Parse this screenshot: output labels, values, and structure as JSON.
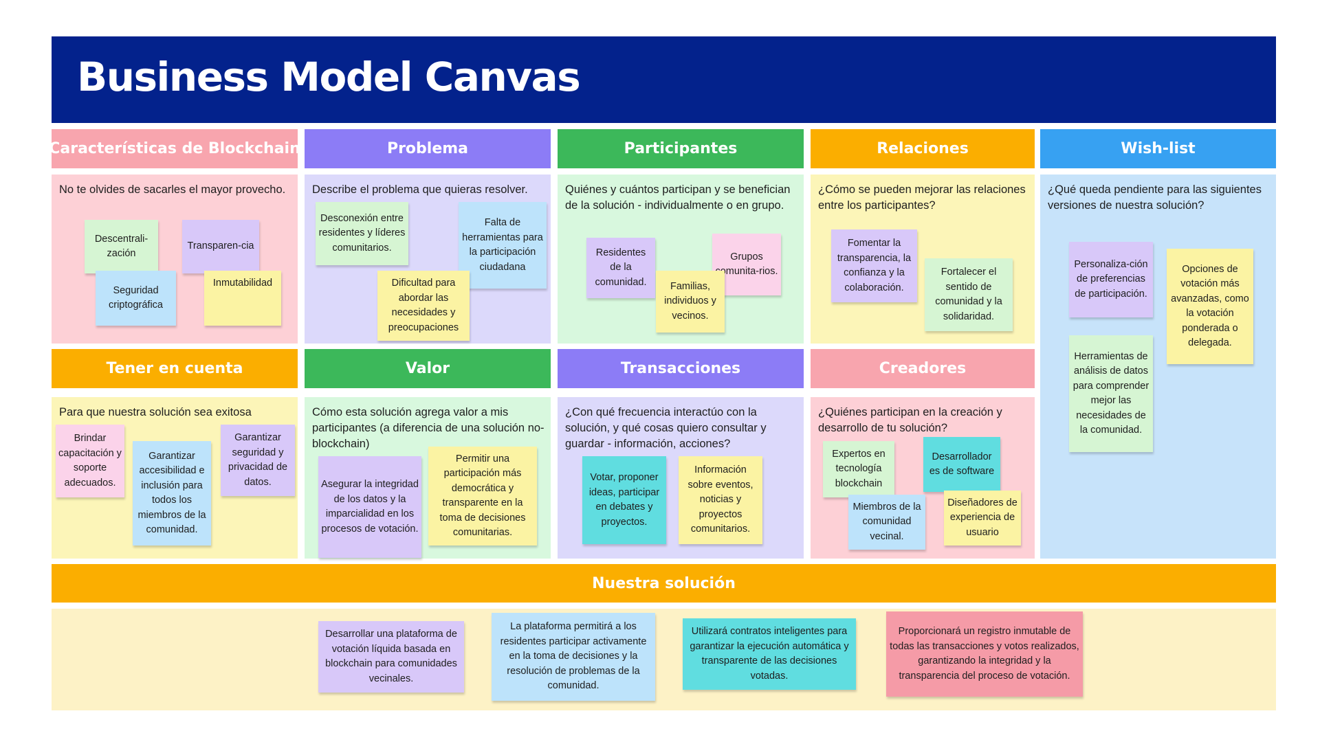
{
  "title": "Business Model Canvas",
  "colors": {
    "title_bg": "#03228c",
    "pink_header": "#f8a5ae",
    "purple_header": "#8c7cf6",
    "green_header": "#3cb85a",
    "orange_header": "#fbae00",
    "blue_header": "#37a1f2",
    "pink_panel": "#fdd0d6",
    "lavender_panel": "#dcd9fb",
    "mint_panel": "#d8f8de",
    "yellow_panel": "#fcf5b8",
    "light_blue_panel": "#c7e3fa",
    "cream_panel": "#fdf2c6"
  },
  "sections": {
    "blockchain": {
      "title": "Características de Blockchain",
      "prompt": "No te olvides de sacarles el mayor provecho.",
      "notes": [
        "Descentrali-zación",
        "Transparen-cia",
        "Seguridad criptográfica",
        "Inmutabilidad"
      ]
    },
    "problema": {
      "title": "Problema",
      "prompt": "Describe el problema que quieras resolver.",
      "notes": [
        "Desconexión entre residentes y líderes comunitarios.",
        "Falta de herramientas para la participación ciudadana",
        "Dificultad para abordar las necesidades y preocupaciones"
      ]
    },
    "participantes": {
      "title": "Participantes",
      "prompt": "Quiénes y cuántos participan y se benefician de la solución - individualmente o en grupo.",
      "notes": [
        "Residentes de la comunidad.",
        "Grupos comunita-rios.",
        "Familias, individuos y vecinos."
      ]
    },
    "relaciones": {
      "title": "Relaciones",
      "prompt": "¿Cómo se pueden mejorar las relaciones entre los participantes?",
      "notes": [
        "Fomentar la transparencia, la confianza y la colaboración.",
        "Fortalecer el sentido de comunidad y la solidaridad."
      ]
    },
    "wishlist": {
      "title": "Wish-list",
      "prompt": "¿Qué queda pendiente para las siguientes versiones de nuestra solución?",
      "notes": [
        "Personaliza-ción de preferencias de participación.",
        "Opciones de votación más avanzadas, como la votación ponderada o delegada.",
        "Herramientas de análisis de datos para comprender mejor las necesidades de la comunidad."
      ]
    },
    "tener": {
      "title": "Tener en cuenta",
      "prompt": "Para que nuestra solución sea exitosa",
      "notes": [
        "Brindar capacitación y soporte adecuados.",
        "Garantizar accesibilidad e inclusión para todos los miembros de la comunidad.",
        "Garantizar seguridad y privacidad de datos."
      ]
    },
    "valor": {
      "title": "Valor",
      "prompt": "Cómo esta solución agrega valor a mis participantes (a diferencia de una solución no-blockchain)",
      "notes": [
        "Asegurar la integridad de los datos y la imparcialidad en los procesos de votación.",
        "Permitir una participación más democrática y transparente en la toma de decisiones comunitarias."
      ]
    },
    "transacciones": {
      "title": "Transacciones",
      "prompt": "¿Con qué frecuencia interactúo con la solución, y qué cosas quiero consultar y guardar - información, acciones?",
      "notes": [
        "Votar, proponer ideas, participar en debates y proyectos.",
        "Información sobre eventos, noticias y proyectos comunitarios."
      ]
    },
    "creadores": {
      "title": "Creadores",
      "prompt": "¿Quiénes participan en la creación y desarrollo de tu solución?",
      "notes": [
        "Expertos en tecnología blockchain",
        "Desarrollador es de software",
        "Miembros de la comunidad vecinal.",
        "Diseñadores de experiencia de usuario"
      ]
    },
    "solucion": {
      "title": "Nuestra solución",
      "notes": [
        "Desarrollar una plataforma de votación líquida basada en blockchain para comunidades vecinales.",
        "La plataforma permitirá a los residentes participar activamente en la toma de decisiones y la resolución de problemas de la comunidad.",
        "Utilizará contratos inteligentes para garantizar la ejecución automática y transparente de las decisiones votadas.",
        "Proporcionará un registro inmutable de todas las transacciones y votos realizados, garantizando la integridad y la transparencia del proceso de votación."
      ]
    }
  }
}
